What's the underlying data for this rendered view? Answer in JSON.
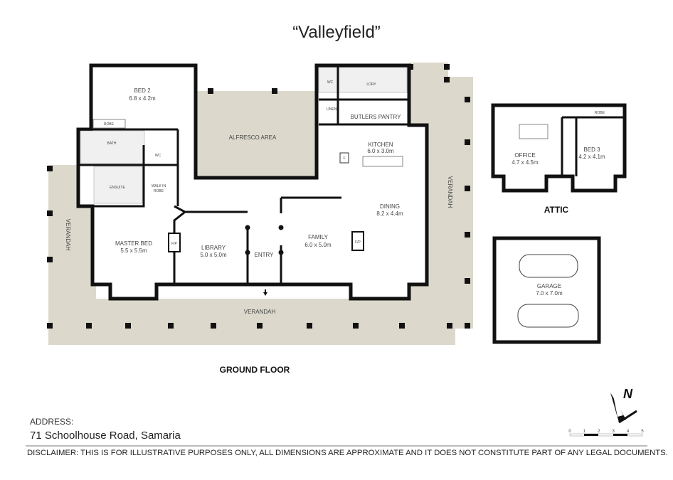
{
  "title": "“Valleyfield”",
  "colors": {
    "verandah": "#dcd9cc",
    "wall": "#111111",
    "tile": "#cfcfcf"
  },
  "ground_floor": {
    "label": "GROUND FLOOR",
    "rooms": {
      "bed2": {
        "name": "BED 2",
        "size": "6.8 x 4.2m"
      },
      "robe": {
        "name": "ROBE"
      },
      "bath": {
        "name": "BATH"
      },
      "wc1": {
        "name": "WC"
      },
      "ensuite": {
        "name": "ENSUITE"
      },
      "walkin": {
        "name": "WALK IN",
        "name2": "ROBE"
      },
      "alfresco": {
        "name": "ALFRESCO  AREA"
      },
      "wc2": {
        "name": "WC"
      },
      "laundry": {
        "name": "LDRY"
      },
      "linen": {
        "name": "LINEN"
      },
      "pantry": {
        "name": "BUTLERS PANTRY"
      },
      "kitchen": {
        "name": "KITCHEN",
        "size": "6.0 x 3.0m"
      },
      "dining": {
        "name": "DINING",
        "size": "8.2 x 4.4m"
      },
      "family": {
        "name": "FAMILY",
        "size": "6.0 x 5.0m"
      },
      "library": {
        "name": "LIBRARY",
        "size": "5.0 x 5.0m"
      },
      "entry": {
        "name": "ENTRY"
      },
      "master": {
        "name": "MASTER BED",
        "size": "5.5 x 5.5m"
      },
      "fp": "F/P",
      "fridge": "F",
      "verandah": "VERANDAH"
    }
  },
  "attic": {
    "label": "ATTIC",
    "office": {
      "name": "OFFICE",
      "size": "4.7 x 4.5m"
    },
    "bed3": {
      "name": "BED 3",
      "size": "4.2 x 4.1m"
    },
    "robe": "ROBE"
  },
  "garage": {
    "name": "GARAGE",
    "size": "7.0 x 7.0m"
  },
  "compass": "N",
  "scale": [
    "0",
    "1",
    "2",
    "3",
    "4",
    "5"
  ],
  "address_label": "ADDRESS:",
  "address": "71 Schoolhouse Road, Samaria",
  "disclaimer": "DISCLAIMER: THIS IS FOR ILLUSTRATIVE PURPOSES ONLY, ALL DIMENSIONS ARE APPROXIMATE AND IT DOES NOT CONSTITUTE PART OF ANY LEGAL DOCUMENTS."
}
